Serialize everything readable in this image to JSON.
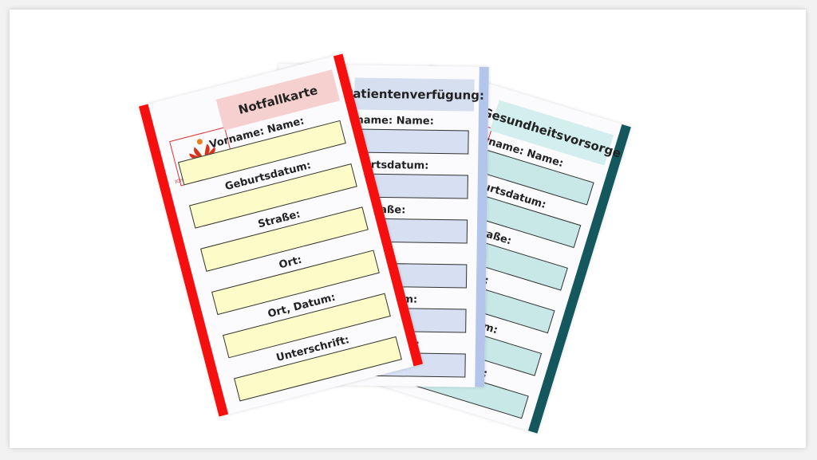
{
  "logo_text": "ICH-ENTSCHEIDE-SELBST.DE",
  "labels": [
    "Vorname: Name:",
    "Geburtsdatum:",
    "Straße:",
    "Ort:",
    "Ort, Datum:",
    "Unterschrift:"
  ],
  "cards": [
    {
      "title": "Gesundheitsvorsorge",
      "accent": "#14585e",
      "title_bg": "#d3eeee",
      "field_bg": "#c8e8e8"
    },
    {
      "title": "Patientenverfügung:",
      "accent": "#b3c5ea",
      "title_bg": "#d5dff0",
      "field_bg": "#d6e0f2"
    },
    {
      "title": "Notfallkarte",
      "accent": "#f50f0f",
      "title_bg": "#f6cfcf",
      "field_bg": "#fdfcc8"
    }
  ]
}
